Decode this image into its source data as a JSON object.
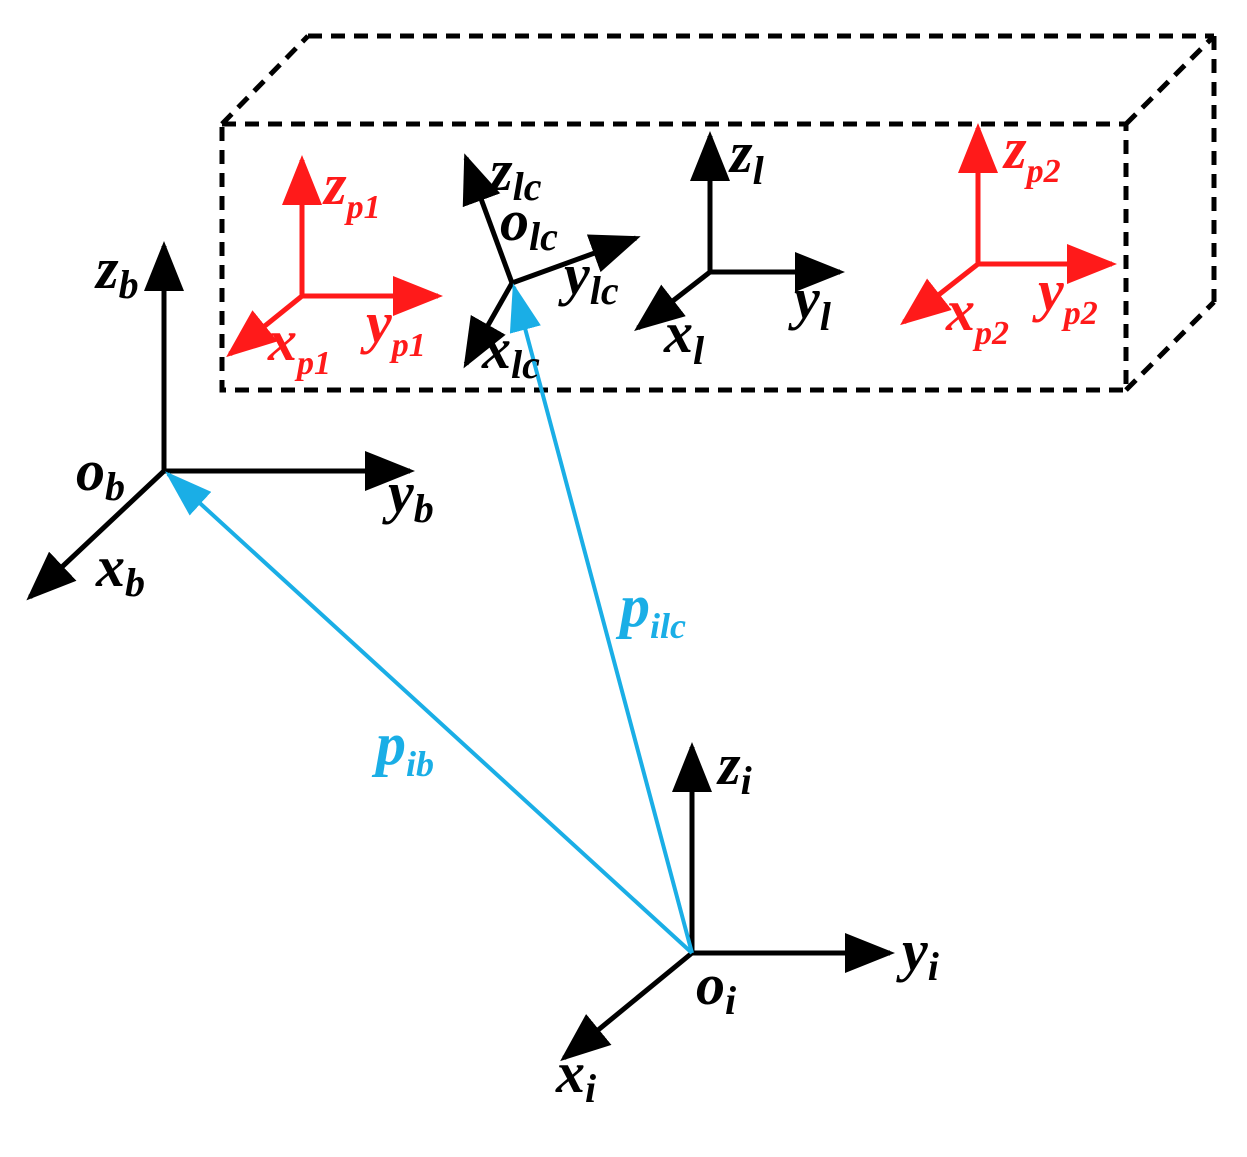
{
  "colors": {
    "frame_black": "#000000",
    "frame_red": "#ff1a1a",
    "vector_blue": "#1aaee6",
    "box_dashed": "#000000"
  },
  "labels": {
    "z_p1": {
      "main": "z",
      "sub": "p1"
    },
    "x_p1": {
      "main": "x",
      "sub": "p1"
    },
    "y_p1": {
      "main": "y",
      "sub": "p1"
    },
    "z_lc": {
      "main": "z",
      "sub": "lc"
    },
    "o_lc": {
      "main": "o",
      "sub": "lc"
    },
    "y_lc": {
      "main": "y",
      "sub": "lc"
    },
    "x_lc": {
      "main": "x",
      "sub": "lc"
    },
    "z_l": {
      "main": "z",
      "sub": "l"
    },
    "x_l": {
      "main": "x",
      "sub": "l"
    },
    "y_l": {
      "main": "y",
      "sub": "l"
    },
    "z_p2": {
      "main": "z",
      "sub": "p2"
    },
    "x_p2": {
      "main": "x",
      "sub": "p2"
    },
    "y_p2": {
      "main": "y",
      "sub": "p2"
    },
    "z_b": {
      "main": "z",
      "sub": "b"
    },
    "o_b": {
      "main": "o",
      "sub": "b"
    },
    "y_b": {
      "main": "y",
      "sub": "b"
    },
    "x_b": {
      "main": "x",
      "sub": "b"
    },
    "z_i": {
      "main": "z",
      "sub": "i"
    },
    "o_i": {
      "main": "o",
      "sub": "i"
    },
    "y_i": {
      "main": "y",
      "sub": "i"
    },
    "x_i": {
      "main": "x",
      "sub": "i"
    },
    "p_ib": {
      "main": "p",
      "sub": "ib"
    },
    "p_ilc": {
      "main": "p",
      "sub": "ilc"
    }
  }
}
